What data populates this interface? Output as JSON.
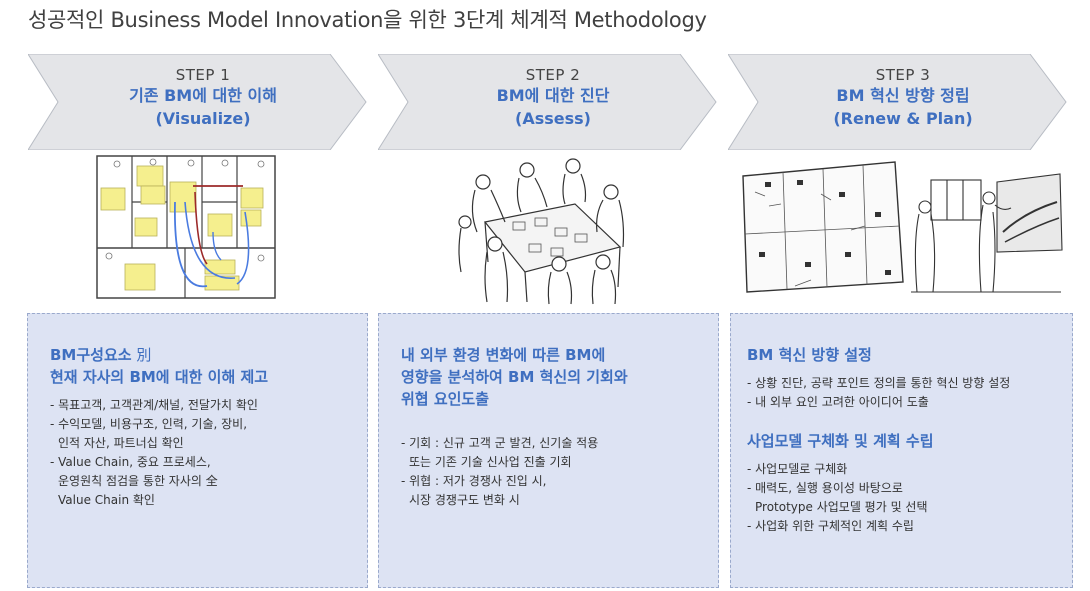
{
  "title": "성공적인 Business Model Innovation을 위한 3단계 체계적 Methodology",
  "steps": [
    {
      "step": "STEP 1",
      "title1": "기존 BM에 대한 이해",
      "title2": "(Visualize)"
    },
    {
      "step": "STEP 2",
      "title1": "BM에 대한 진단",
      "title2": "(Assess)"
    },
    {
      "step": "STEP 3",
      "title1": "BM 혁신 방향 정립",
      "title2": "(Renew & Plan)"
    }
  ],
  "panels": {
    "p1": {
      "h_bold": "BM구성요소",
      "h_plain": " 別",
      "h2": "현재 자사의 BM에 대한 이해 제고",
      "items": [
        "- 목표고객, 고객관계/채널, 전달가치 확인",
        "- 수익모델, 비용구조, 인력, 기술, 장비,",
        "  인적 자산, 파트너십 확인",
        "- Value Chain, 중요 프로세스,",
        "  운영원칙 점검을 통한 자사의 全",
        "  Value Chain 확인"
      ]
    },
    "p2": {
      "h1": "내 외부 환경 변화에 따른 BM에",
      "h2": "영향을 분석하여 BM 혁신의 기회와",
      "h3": "위협 요인도출",
      "items": [
        "- 기회 : 신규 고객 군 발견, 신기술 적용",
        "  또는 기존 기술 신사업 진출 기회",
        "- 위협 : 저가 경쟁사 진입 시,",
        "  시장 경쟁구도 변화 시"
      ]
    },
    "p3": {
      "h1": "BM 혁신 방향 설정",
      "items1": [
        "- 상황 진단, 공략 포인트 정의를 통한 혁신 방향 설정",
        "- 내 외부 요인 고려한 아이디어 도출"
      ],
      "h2": "사업모델 구체화 및 계획 수립",
      "items2": [
        "- 사업모델로 구체화",
        "- 매력도, 실행 용이성 바탕으로",
        "  Prototype 사업모델 평가 및 선택",
        "- 사업화 위한 구체적인 계획 수립"
      ]
    }
  }
}
